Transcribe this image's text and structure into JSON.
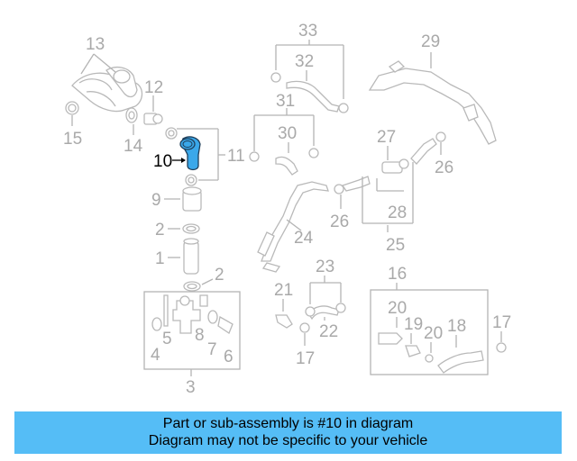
{
  "highlight_color": "#3aa8ea",
  "banner_color": "#55bdf6",
  "highlighted_part": "10",
  "callouts": {
    "c13": "13",
    "c12": "12",
    "c14": "14",
    "c15": "15",
    "c11": "11",
    "c10": "10",
    "c9": "9",
    "c2a": "2",
    "c1": "1",
    "c2b": "2",
    "c5": "5",
    "c4": "4",
    "c8": "8",
    "c7": "7",
    "c6": "6",
    "c3": "3",
    "c33": "33",
    "c32": "32",
    "c31": "31",
    "c30": "30",
    "c29": "29",
    "c27": "27",
    "c26a": "26",
    "c26b": "26",
    "c28": "28",
    "c25": "25",
    "c24": "24",
    "c23": "23",
    "c21": "21",
    "c22": "22",
    "c17a": "17",
    "c16": "16",
    "c20a": "20",
    "c19": "19",
    "c20b": "20",
    "c18": "18",
    "c17b": "17"
  },
  "banner": {
    "line1": "Part or sub-assembly is #10 in diagram",
    "line2": "Diagram may not be specific to your vehicle"
  }
}
